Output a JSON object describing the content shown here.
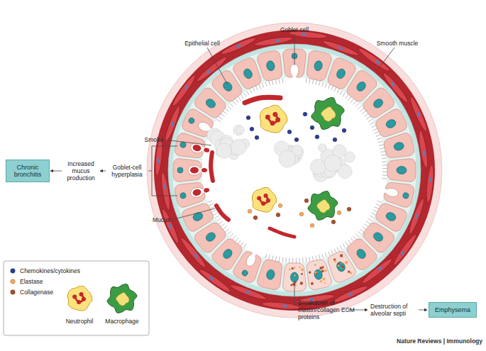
{
  "diagram": {
    "nodes": [
      {
        "text": [
          "Chronic bronchitis"
        ]
      },
      {
        "text": [
          "Emphysema"
        ]
      }
    ],
    "labels": [
      "Goblet cell",
      "Epithelial cell",
      "Smooth muscle",
      "Smoke",
      "Goblet-cell hyperplasia",
      "Increased mucus production",
      "Mucus",
      "Breakdown of elastin/collagen ECM proteins",
      "Destruction of alveolar septi",
      "Nature Reviews | Immunology"
    ],
    "legend": [
      {
        "text": "Chemokines/cytokines",
        "color": "#2b3f8f"
      },
      {
        "text": "Elastase",
        "color": "#f4a65c"
      },
      {
        "text": "Collagenase",
        "color": "#a4512f"
      },
      {
        "text": "Neutrophil"
      },
      {
        "text": "Macrophage"
      }
    ]
  }
}
